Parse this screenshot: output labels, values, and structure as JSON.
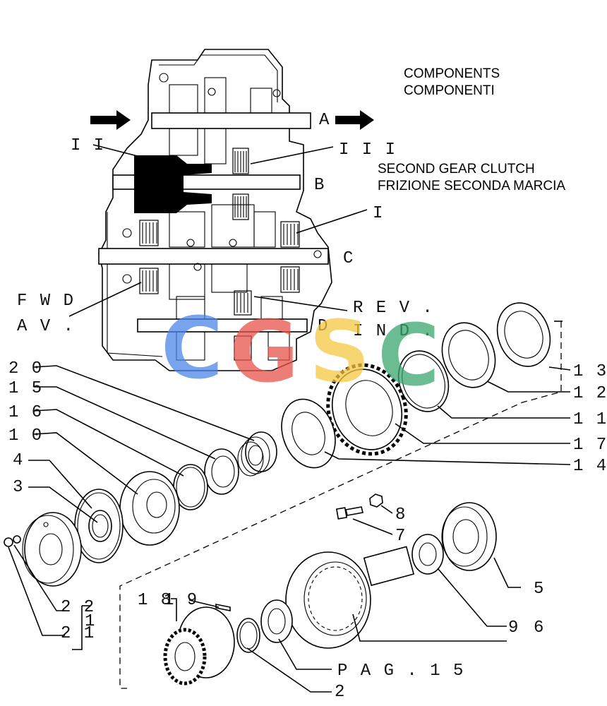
{
  "captions": {
    "components_en": "COMPONENTS",
    "components_it": "COMPONENTI",
    "clutch_en": "SECOND GEAR CLUTCH",
    "clutch_it": "FRIZIONE SECONDA MARCIA"
  },
  "section_labels": {
    "ii": "I I",
    "iii": "I I I",
    "i": "I",
    "shaft_a": "A",
    "shaft_b": "B",
    "shaft_c": "C",
    "shaft_d": "D",
    "fwd": "F W D",
    "av": "A V .",
    "rev": "R E V .",
    "ind": "I N D ."
  },
  "part_numbers": {
    "p20": "2 0",
    "p15": "1 5",
    "p16": "1 6",
    "p10": "1 0",
    "p4": "4",
    "p3": "3",
    "p13": "1 3",
    "p12": "1 2",
    "p11": "1 1",
    "p17": "1 7",
    "p14": "1 4",
    "p8": "8",
    "p7": "7",
    "p5": "5",
    "p9": "9",
    "p6": "6",
    "p18": "1 8",
    "p19": "1 9",
    "p22": "2 2",
    "p21": "2 1",
    "p1": "1",
    "p2": "2",
    "pag": "P A G .   1 5"
  },
  "watermark": {
    "letters": [
      "C",
      "G",
      "S",
      "C"
    ],
    "colors": [
      "#4a86e8",
      "#e8534a",
      "#f5c842",
      "#3aa76d"
    ]
  }
}
